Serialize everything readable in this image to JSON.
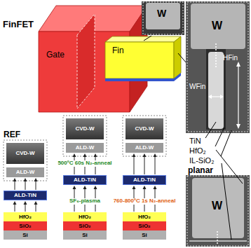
{
  "diagram": {
    "nodes": [
      {
        "text": [
          "CVD-W"
        ]
      },
      {
        "text": [
          "ALD-W"
        ]
      },
      {
        "text": [
          "ALD-TiN"
        ]
      },
      {
        "text": [
          "HfO₂"
        ]
      },
      {
        "text": [
          "SiO₂"
        ]
      },
      {
        "text": [
          "Si"
        ]
      },
      {
        "text": [
          "CVD-W"
        ]
      },
      {
        "text": [
          "ALD-W"
        ]
      },
      {
        "text": [
          "ALD-TiN"
        ]
      },
      {
        "text": [
          "HfO₂"
        ]
      },
      {
        "text": [
          "SiO₂"
        ]
      },
      {
        "text": [
          "Si"
        ]
      },
      {
        "text": [
          "CVD-W"
        ]
      },
      {
        "text": [
          "ALD-W"
        ]
      },
      {
        "text": [
          "ALD-TiN"
        ]
      },
      {
        "text": [
          "HfO₂"
        ]
      },
      {
        "text": [
          "SiO₂"
        ]
      },
      {
        "text": [
          "Si"
        ]
      }
    ],
    "edges": [
      {
        "from": 2,
        "to": 1,
        "arrow": "to"
      },
      {
        "from": 3,
        "to": 2,
        "arrow": "to"
      },
      {
        "from": 8,
        "to": 7,
        "arrow": "to"
      },
      {
        "from": 9,
        "to": 8,
        "arrow": "to"
      },
      {
        "from": 14,
        "to": 13,
        "arrow": "to"
      },
      {
        "from": 15,
        "to": 14,
        "arrow": "to"
      }
    ],
    "labels": [
      "FinFET",
      "Gate",
      "Fin",
      "W",
      "HFin",
      "WFin",
      "W",
      "TiN",
      "HfO₂",
      "IL-SiO₂",
      "planar",
      "W",
      "REF",
      "500ºC 60s N₂-anneal",
      "SF₆-plasma",
      "760-800ºC 1s N₂-anneal"
    ]
  }
}
